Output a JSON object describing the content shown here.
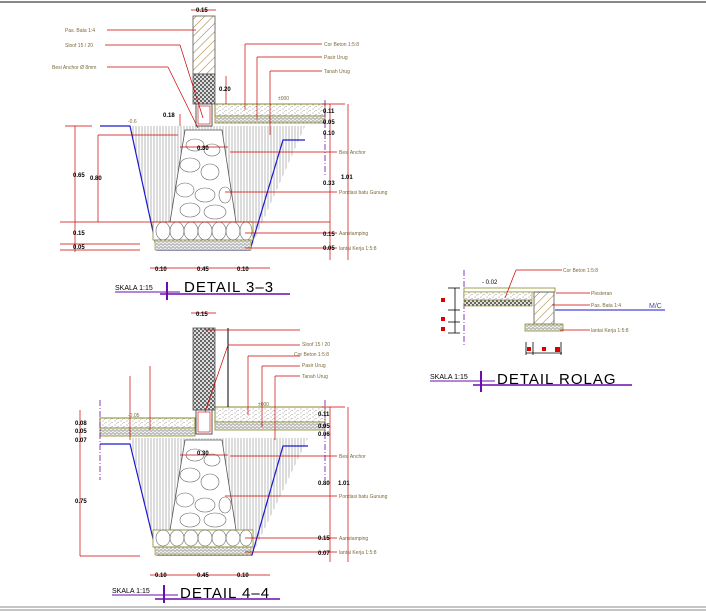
{
  "sheet": {
    "colors": {
      "leader": "#cc0000",
      "ground_line": "#1a1acc",
      "title_underline": "#6a0dad",
      "soil_hatch": "#777777",
      "floor_top": "#8a8a20",
      "brick": "#c8a050",
      "frame": "#888888"
    }
  },
  "details": [
    {
      "id": "detail-3-3",
      "title": "DETAIL  3–3",
      "scale": "SKALA 1:15",
      "labels": {
        "wall_width": "0.15",
        "brick_wall": "Pas. Bata 1:4",
        "sloof": "Sloof 15 / 20",
        "anchor_bar": "Besi Anchor Ø 8mm",
        "screed": "Cor Beton 1:5:8",
        "sand_fill": "Pasir Urug",
        "soil_fill": "Tanah Urug",
        "floor_level": "±000",
        "ground_level": "-0.6",
        "sloof_drop": "0.18",
        "sloof_height": "0.20",
        "footing_top_width": "0.30",
        "anchor_label": "Besi Anchor",
        "footing_label": "Pondasi batu Gunung",
        "stone_bed_label": "Aanstamping",
        "lean_concrete_label": "lantai Kerja 1:5:8"
      },
      "dims_left": [
        "0.65",
        "0.80",
        "0.15",
        "0.05"
      ],
      "dims_right": [
        "0.11",
        "0.05",
        "0.10",
        "0.33",
        "1.01",
        "0.15",
        "0.05"
      ],
      "dims_bottom": [
        "0.10",
        "0.45",
        "0.10"
      ]
    },
    {
      "id": "detail-4-4",
      "title": "DETAIL  4–4",
      "scale": "SKALA 1:15",
      "labels": {
        "wall_width": "0.15",
        "sloof": "Sloof 15 / 20",
        "screed": "Cor Beton 1:5:8",
        "sand_fill": "Pasir Urug",
        "soil_fill": "Tanah Urug",
        "floor_level": "±000",
        "outer_level": "-0.05",
        "footing_top_width": "0.30",
        "anchor_label": "Besi Anchor",
        "footing_label": "Pondasi batu Gunung",
        "stone_bed_label": "Aanstamping",
        "lean_concrete_label": "lantai Kerja 1:5:8"
      },
      "dims_left": [
        "0.08",
        "0.05",
        "0.07",
        "0.75"
      ],
      "dims_right": [
        "0.11",
        "0.05",
        "0.06",
        "0.80",
        "1.01",
        "0.15",
        "0.07"
      ],
      "dims_bottom": [
        "0.10",
        "0.45",
        "0.10"
      ]
    },
    {
      "id": "detail-rolag",
      "title": "DETAIL  ROLAG",
      "scale": "SKALA 1:15",
      "labels": {
        "level": "- 0.02",
        "screed": "Cor Beton 1:5:8",
        "finish": "Plesteran",
        "brick": "Pas. Bata 1:4",
        "mark": "M/C",
        "lean_concrete": "lantai Kerja 1:5:8"
      }
    }
  ]
}
